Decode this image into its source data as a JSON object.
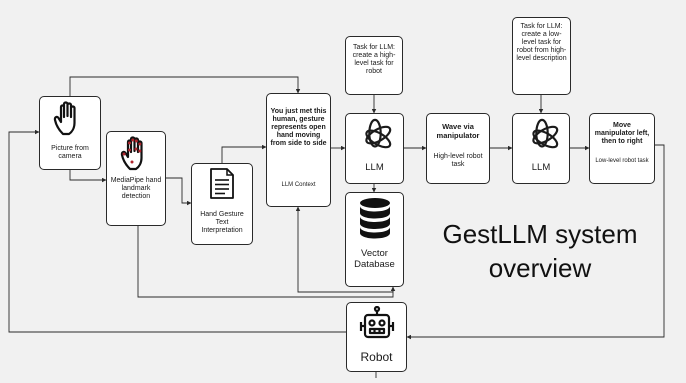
{
  "title": {
    "line1": "GestLLM system",
    "line2": "overview"
  },
  "nodes": {
    "camera": {
      "label": "Picture from camera",
      "icon": "hand-icon"
    },
    "mediapipe": {
      "label": "MediaPipe hand landmark detection",
      "icon": "hand-landmarks-icon"
    },
    "gesture_text": {
      "label": "Hand Gesture Text Interpretation",
      "icon": "document-icon"
    },
    "context": {
      "bold_text": "You just met this human, gesture represents open hand moving from side to side",
      "caption": "LLM Context"
    },
    "task_llm1": {
      "label": "Task for LLM: create a high-level task for robot"
    },
    "llm1": {
      "label": "LLM",
      "icon": "openai-icon"
    },
    "vector_db": {
      "label": "Vector Database",
      "icon": "database-icon"
    },
    "high_level": {
      "bold_text": "Wave via manipulator",
      "caption": "High-level robot task"
    },
    "task_llm2": {
      "label": "Task for LLM: create a low-level task for robot from high-level description"
    },
    "llm2": {
      "label": "LLM",
      "icon": "openai-icon"
    },
    "low_level": {
      "bold_text": "Move manipulator left, then to right",
      "caption": "Low-level robot task"
    },
    "robot": {
      "label": "Robot",
      "icon": "robot-icon"
    }
  },
  "colors": {
    "background": "#f1f1f1",
    "box_fill": "#ffffff",
    "stroke": "#2a2a2a",
    "hand_icon_accent": "#b0262e"
  }
}
